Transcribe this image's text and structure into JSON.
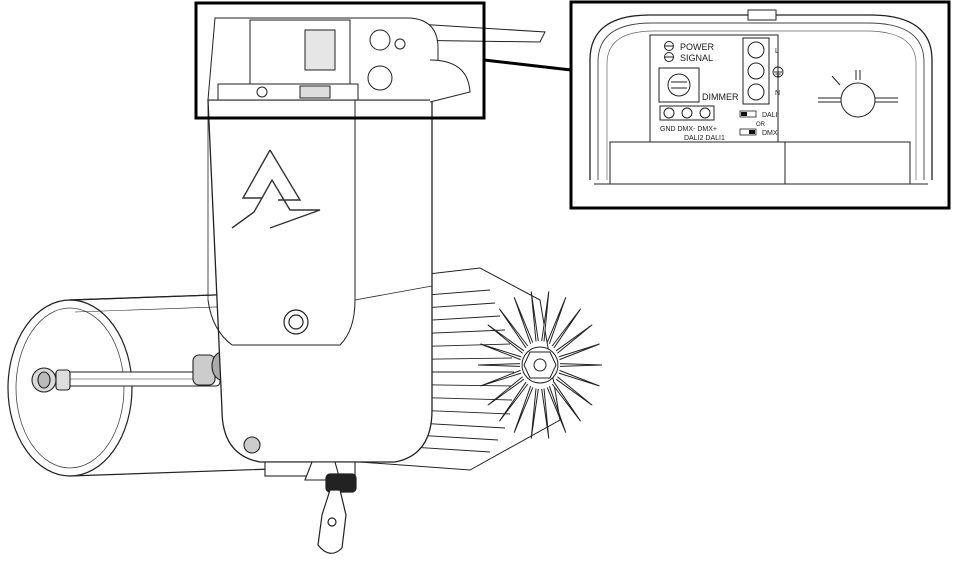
{
  "inset": {
    "indicators": {
      "power": "POWER",
      "signal": "SIGNAL"
    },
    "dimmer": "DIMMER",
    "terminals": {
      "line": "L",
      "neutral": "N",
      "earth_symbol": "⏚"
    },
    "switch": {
      "dali": "DALI",
      "or": "OR",
      "dmx": "DMX"
    },
    "connector": {
      "row1": "GND DMX-  DMX+",
      "row2": "DALI2 DALI1"
    }
  }
}
